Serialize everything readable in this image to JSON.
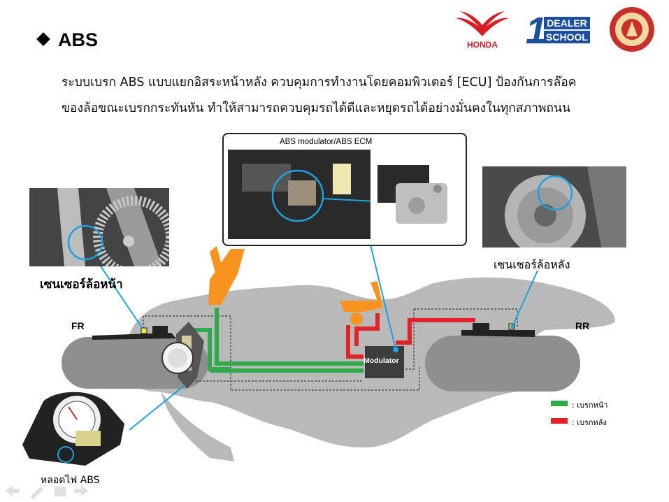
{
  "header": {
    "title": "ABS",
    "logos": {
      "honda": "HONDA",
      "dealer_school_line1": "DEALER",
      "dealer_school_line2": "SCHOOL"
    }
  },
  "description": {
    "line1": "ระบบเบรก ABS แบบแยกอิสระหน้าหลัง ควบคุมการทำงานโดยคอมพิวเตอร์ [ECU] ป้องกันการล๊อค",
    "line2": "ของล้อขณะเบรกกระทันหัน ทำให้สามารถควบคุมรถได้ดีและหยุดรถได้อย่างมั่นคงในทุกสภาพถนน"
  },
  "diagram": {
    "modulator_box_caption": "ABS modulator/ABS ECM",
    "front_sensor_label": "เซนเซอร์ล้อหน้า",
    "rear_sensor_label": "เซนเซอร์ล้อหลัง",
    "abs_lamp_label": "หลอดไฟ ABS",
    "front_marker": "FR",
    "rear_marker": "RR",
    "modulator_label": "Modulator"
  },
  "legend": [
    {
      "label": ": เบรกหน้า",
      "color": "#2eaa4a"
    },
    {
      "label": ": เบรกหลัง",
      "color": "#e32228"
    }
  ],
  "colors": {
    "front_brake": "#2eaa4a",
    "rear_brake": "#e32228",
    "accent": "#f7931e",
    "callout": "#1aa3e0",
    "bike_silhouette": "#b8b8b8"
  }
}
